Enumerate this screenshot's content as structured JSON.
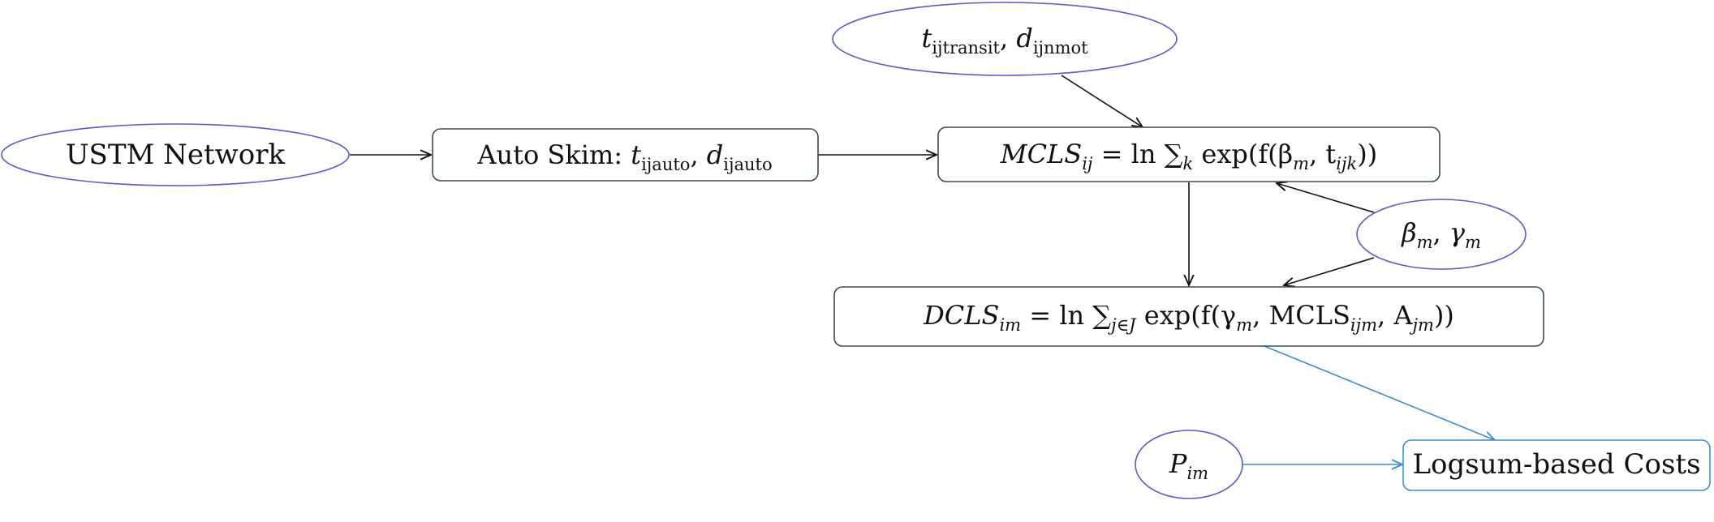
{
  "colors": {
    "ellipse_stroke": "#5b5bc8",
    "box_stroke": "#3b4a55",
    "cost_stroke": "#3a8fd0",
    "edge_black": "#111111",
    "edge_blue": "#3a8fd0"
  },
  "nodes": {
    "ustm_network": {
      "label": "USTM Network"
    },
    "auto_skim": {
      "prefix": "Auto Skim: ",
      "t": "t",
      "t_sub": "ijauto",
      "sep": ", ",
      "d": "d",
      "d_sub": "ijauto"
    },
    "transit": {
      "t": "t",
      "t_sub": "ijtransit",
      "sep": ", ",
      "d": "d",
      "d_sub": "ijnmot"
    },
    "mcls": {
      "lhs": "MCLS",
      "lhs_sub": "ij",
      "eq": " = ln ",
      "sum": "∑",
      "sum_sub": "k",
      "rhs_a": " exp(f(β",
      "rhs_a_sub": "m",
      "rhs_b": ", t",
      "rhs_b_sub": "ijk",
      "rhs_c": "))"
    },
    "params": {
      "beta": "β",
      "beta_sub": "m",
      "sep": ", ",
      "gamma": "γ",
      "gamma_sub": "m"
    },
    "dcls": {
      "lhs": "DCLS",
      "lhs_sub": "im",
      "eq": " = ln ",
      "sum": "∑",
      "sum_sub": "j∈J",
      "rhs_a": " exp(f(γ",
      "rhs_a_sub": "m",
      "rhs_b": ", MCLS",
      "rhs_b_sub": "ijm",
      "rhs_c": ", A",
      "rhs_c_sub": "jm",
      "rhs_d": "))"
    },
    "pim": {
      "p": "P",
      "p_sub": "im"
    },
    "costs": {
      "label": "Logsum-based Costs"
    }
  }
}
